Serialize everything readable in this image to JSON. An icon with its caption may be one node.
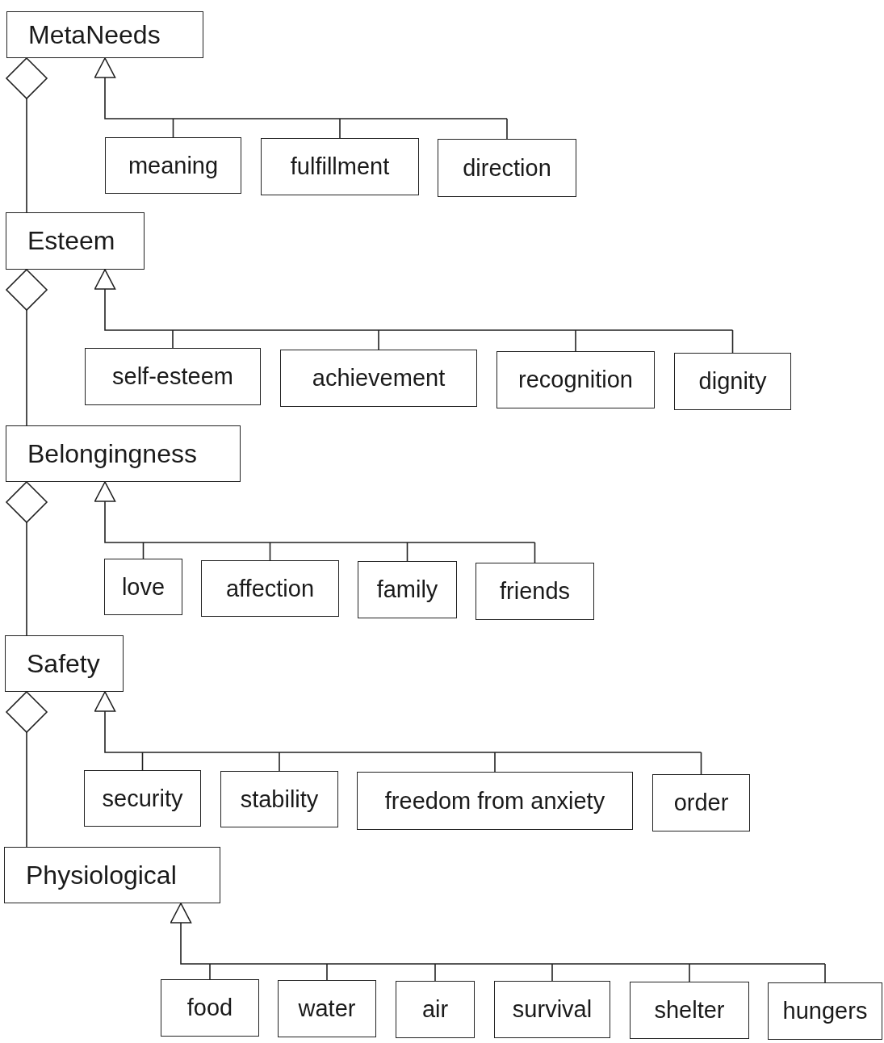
{
  "diagram": {
    "nodes": [
      {
        "text": [
          "MetaNeeds"
        ]
      },
      {
        "text": [
          "meaning"
        ]
      },
      {
        "text": [
          "fulfillment"
        ]
      },
      {
        "text": [
          "direction"
        ]
      },
      {
        "text": [
          "Esteem"
        ]
      },
      {
        "text": [
          "self-esteem"
        ]
      },
      {
        "text": [
          "achievement"
        ]
      },
      {
        "text": [
          "recognition"
        ]
      },
      {
        "text": [
          "dignity"
        ]
      },
      {
        "text": [
          "Belongingness"
        ]
      },
      {
        "text": [
          "love"
        ]
      },
      {
        "text": [
          "affection"
        ]
      },
      {
        "text": [
          "family"
        ]
      },
      {
        "text": [
          "friends"
        ]
      },
      {
        "text": [
          "Safety"
        ]
      },
      {
        "text": [
          "security"
        ]
      },
      {
        "text": [
          "stability"
        ]
      },
      {
        "text": [
          "freedom from anxiety"
        ]
      },
      {
        "text": [
          "order"
        ]
      },
      {
        "text": [
          "Physiological"
        ]
      },
      {
        "text": [
          "food"
        ]
      },
      {
        "text": [
          "water"
        ]
      },
      {
        "text": [
          "air"
        ]
      },
      {
        "text": [
          "survival"
        ]
      },
      {
        "text": [
          "shelter"
        ]
      },
      {
        "text": [
          "hungers"
        ]
      }
    ],
    "edges": [
      {
        "from": 0,
        "to": 4,
        "arrow": "other"
      },
      {
        "from": 4,
        "to": 9,
        "arrow": "other"
      },
      {
        "from": 9,
        "to": 14,
        "arrow": "other"
      },
      {
        "from": 14,
        "to": 19,
        "arrow": "other"
      },
      {
        "from": 1,
        "to": 0,
        "arrow": "to"
      },
      {
        "from": 2,
        "to": 0,
        "arrow": "to"
      },
      {
        "from": 3,
        "to": 0,
        "arrow": "to"
      },
      {
        "from": 5,
        "to": 4,
        "arrow": "to"
      },
      {
        "from": 6,
        "to": 4,
        "arrow": "to"
      },
      {
        "from": 7,
        "to": 4,
        "arrow": "to"
      },
      {
        "from": 8,
        "to": 4,
        "arrow": "to"
      },
      {
        "from": 10,
        "to": 9,
        "arrow": "to"
      },
      {
        "from": 11,
        "to": 9,
        "arrow": "to"
      },
      {
        "from": 12,
        "to": 9,
        "arrow": "to"
      },
      {
        "from": 13,
        "to": 9,
        "arrow": "to"
      },
      {
        "from": 15,
        "to": 14,
        "arrow": "to"
      },
      {
        "from": 16,
        "to": 14,
        "arrow": "to"
      },
      {
        "from": 17,
        "to": 14,
        "arrow": "to"
      },
      {
        "from": 18,
        "to": 14,
        "arrow": "to"
      },
      {
        "from": 20,
        "to": 19,
        "arrow": "to"
      },
      {
        "from": 21,
        "to": 19,
        "arrow": "to"
      },
      {
        "from": 22,
        "to": 19,
        "arrow": "to"
      },
      {
        "from": 23,
        "to": 19,
        "arrow": "to"
      },
      {
        "from": 24,
        "to": 19,
        "arrow": "to"
      },
      {
        "from": 25,
        "to": 19,
        "arrow": "to"
      }
    ]
  }
}
